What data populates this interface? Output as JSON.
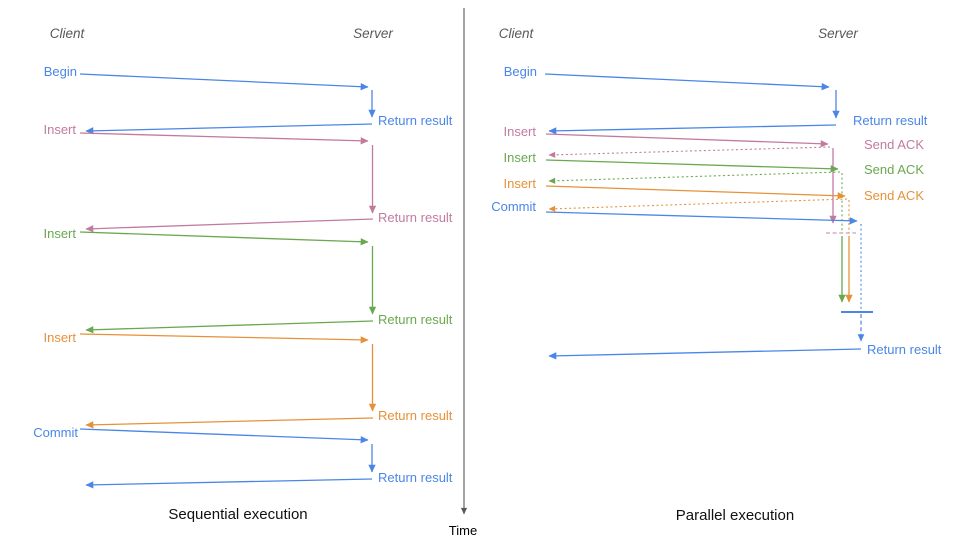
{
  "diagram": {
    "time_axis_label": "Time",
    "headers": {
      "client": "Client",
      "server": "Server"
    },
    "colors": {
      "blue": "#4a86e8",
      "pink": "#c27ba0",
      "green": "#6aa84f",
      "orange": "#e69138",
      "gray": "#595959"
    }
  },
  "sequential": {
    "title": "Sequential execution",
    "messages": [
      {
        "label": "Begin",
        "color": "blue",
        "result": "Return result"
      },
      {
        "label": "Insert",
        "color": "pink",
        "result": "Return result"
      },
      {
        "label": "Insert",
        "color": "green",
        "result": "Return result"
      },
      {
        "label": "Insert",
        "color": "orange",
        "result": "Return result"
      },
      {
        "label": "Commit",
        "color": "blue",
        "result": "Return result"
      }
    ]
  },
  "parallel": {
    "title": "Parallel execution",
    "messages": [
      {
        "label": "Begin",
        "color": "blue",
        "result": "Return result"
      },
      {
        "label": "Insert",
        "color": "pink",
        "result": "Send ACK"
      },
      {
        "label": "Insert",
        "color": "green",
        "result": "Send ACK"
      },
      {
        "label": "Insert",
        "color": "orange",
        "result": "Send ACK"
      },
      {
        "label": "Commit",
        "color": "blue",
        "result": ""
      }
    ],
    "final_result": "Return result"
  }
}
